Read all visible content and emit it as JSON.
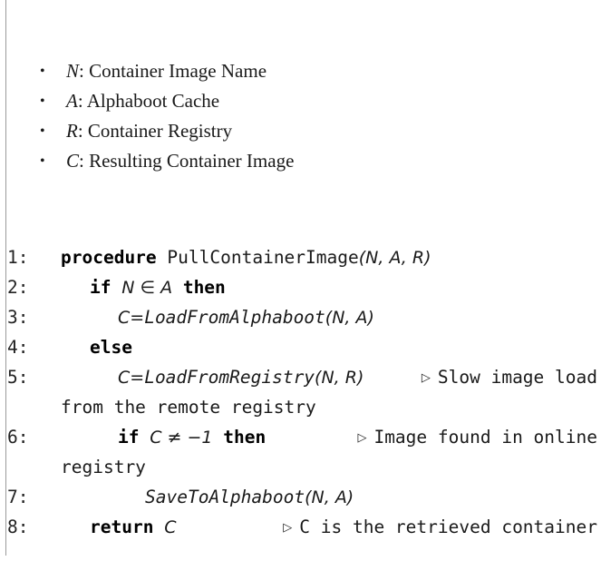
{
  "definitions": [
    {
      "symbol": "N",
      "text": ": Container Image Name"
    },
    {
      "symbol": "A",
      "text": ": Alphaboot Cache"
    },
    {
      "symbol": "R",
      "text": ": Container Registry"
    },
    {
      "symbol": "C",
      "text": ": Resulting Container Image"
    }
  ],
  "bullet": "•",
  "algorithm": {
    "lines": [
      {
        "num": "1:",
        "kw": "procedure",
        "name": "PullContainerImage",
        "args": "(N, A, R)"
      },
      {
        "num": "2:",
        "kw_if": "if",
        "cond": "N ∈ A",
        "kw_then": "then"
      },
      {
        "num": "3:",
        "lhs": "C",
        "eq": "=",
        "fn": "LoadFromAlphaboot",
        "args": "(N, A)"
      },
      {
        "num": "4:",
        "kw": "else"
      },
      {
        "num": "5:",
        "lhs": "C",
        "eq": "=",
        "fn": "LoadFromRegistry",
        "args": "(N, R)",
        "comment": "Slow image load",
        "comment_cont": "from the remote registry"
      },
      {
        "num": "6:",
        "kw_if": "if",
        "cond": "C ≠ −1",
        "kw_then": "then",
        "comment": "Image found in online",
        "comment_cont": "registry"
      },
      {
        "num": "7:",
        "fn": "SaveToAlphaboot",
        "args": "(N, A)"
      },
      {
        "num": "8:",
        "kw": "return",
        "val": "C",
        "comment": "C is the retrieved container"
      }
    ],
    "comment_symbol": "▷"
  }
}
